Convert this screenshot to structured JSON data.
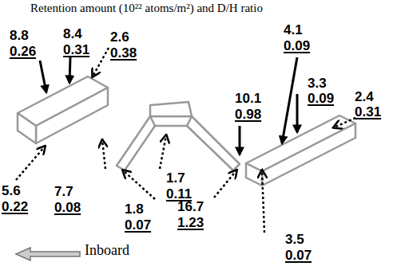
{
  "diagram": {
    "title": "Retention amount (10²² atoms/m²) and D/H ratio",
    "labels": [
      "8.8",
      "0.26",
      "8.4",
      "0.31",
      "2.6",
      "0.38",
      "5.6",
      "0.22",
      "7.7",
      "0.08",
      "1.7",
      "0.11",
      "1.8",
      "0.07",
      "16.7",
      "1.23",
      "10.1",
      "0.98",
      "4.1",
      "0.09",
      "3.3",
      "0.09",
      "2.4",
      "0.31",
      "3.5",
      "0.07",
      "Inboard"
    ]
  }
}
